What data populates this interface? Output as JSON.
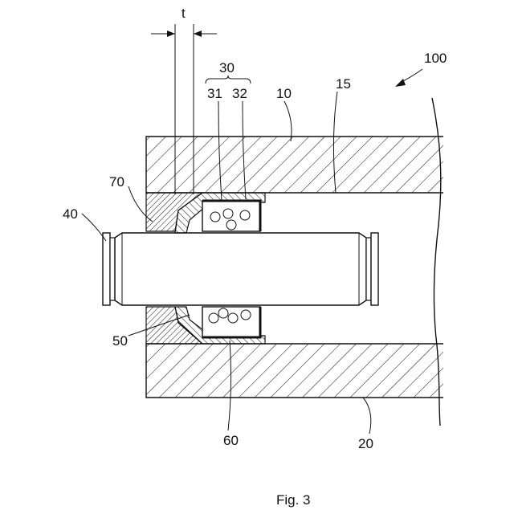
{
  "figure": {
    "caption": "Fig. 3",
    "labels": {
      "t": "t",
      "l30": "30",
      "l31": "31",
      "l32": "32",
      "l10": "10",
      "l15": "15",
      "l100": "100",
      "l70": "70",
      "l40": "40",
      "l50": "50",
      "l60": "60",
      "l20": "20"
    }
  }
}
